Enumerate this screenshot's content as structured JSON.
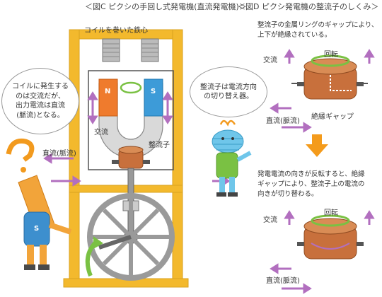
{
  "figure_c": {
    "title": "＜図C ピクシの手回し式発電機(直流発電機)＞",
    "label_coil": "コイルを巻いた鉄心",
    "label_ac": "交流",
    "label_dc": "直流(脈流)",
    "label_commutator": "整流子",
    "bubble": [
      "コイルに発生する",
      "のは交流だが、",
      "出力電流は直流",
      "(脈流)となる。"
    ],
    "magnet_n": "N",
    "magnet_s": "S",
    "pixie_letter": "S"
  },
  "figure_d": {
    "title": "＜図D ピクシ発電機の整流子のしくみ＞",
    "desc_top": [
      "整流子の金属リングのギャップにより、",
      "上下が絶縁されている。"
    ],
    "top_ac": "交流",
    "top_rotation": "回転",
    "top_gap": "絶縁ギャップ",
    "top_dc": "直流(脈流)",
    "desc_bottom": [
      "発電電流の向きが反転すると、絶縁",
      "ギャップにより、整流子上の電流の",
      "向きが切り替わる。"
    ],
    "bottom_ac": "交流",
    "bottom_rotation": "回転",
    "bottom_dc": "直流(脈流)"
  },
  "center": {
    "bubble": [
      "整流子は電流方向",
      "の切り替え器。"
    ]
  },
  "colors": {
    "frame": "#f3b92d",
    "arrow": "#b26fbf",
    "copper": "#c8703c",
    "orange_arrow": "#f49b1c",
    "green": "#7ac143",
    "blue_char": "#6fc6ea"
  }
}
